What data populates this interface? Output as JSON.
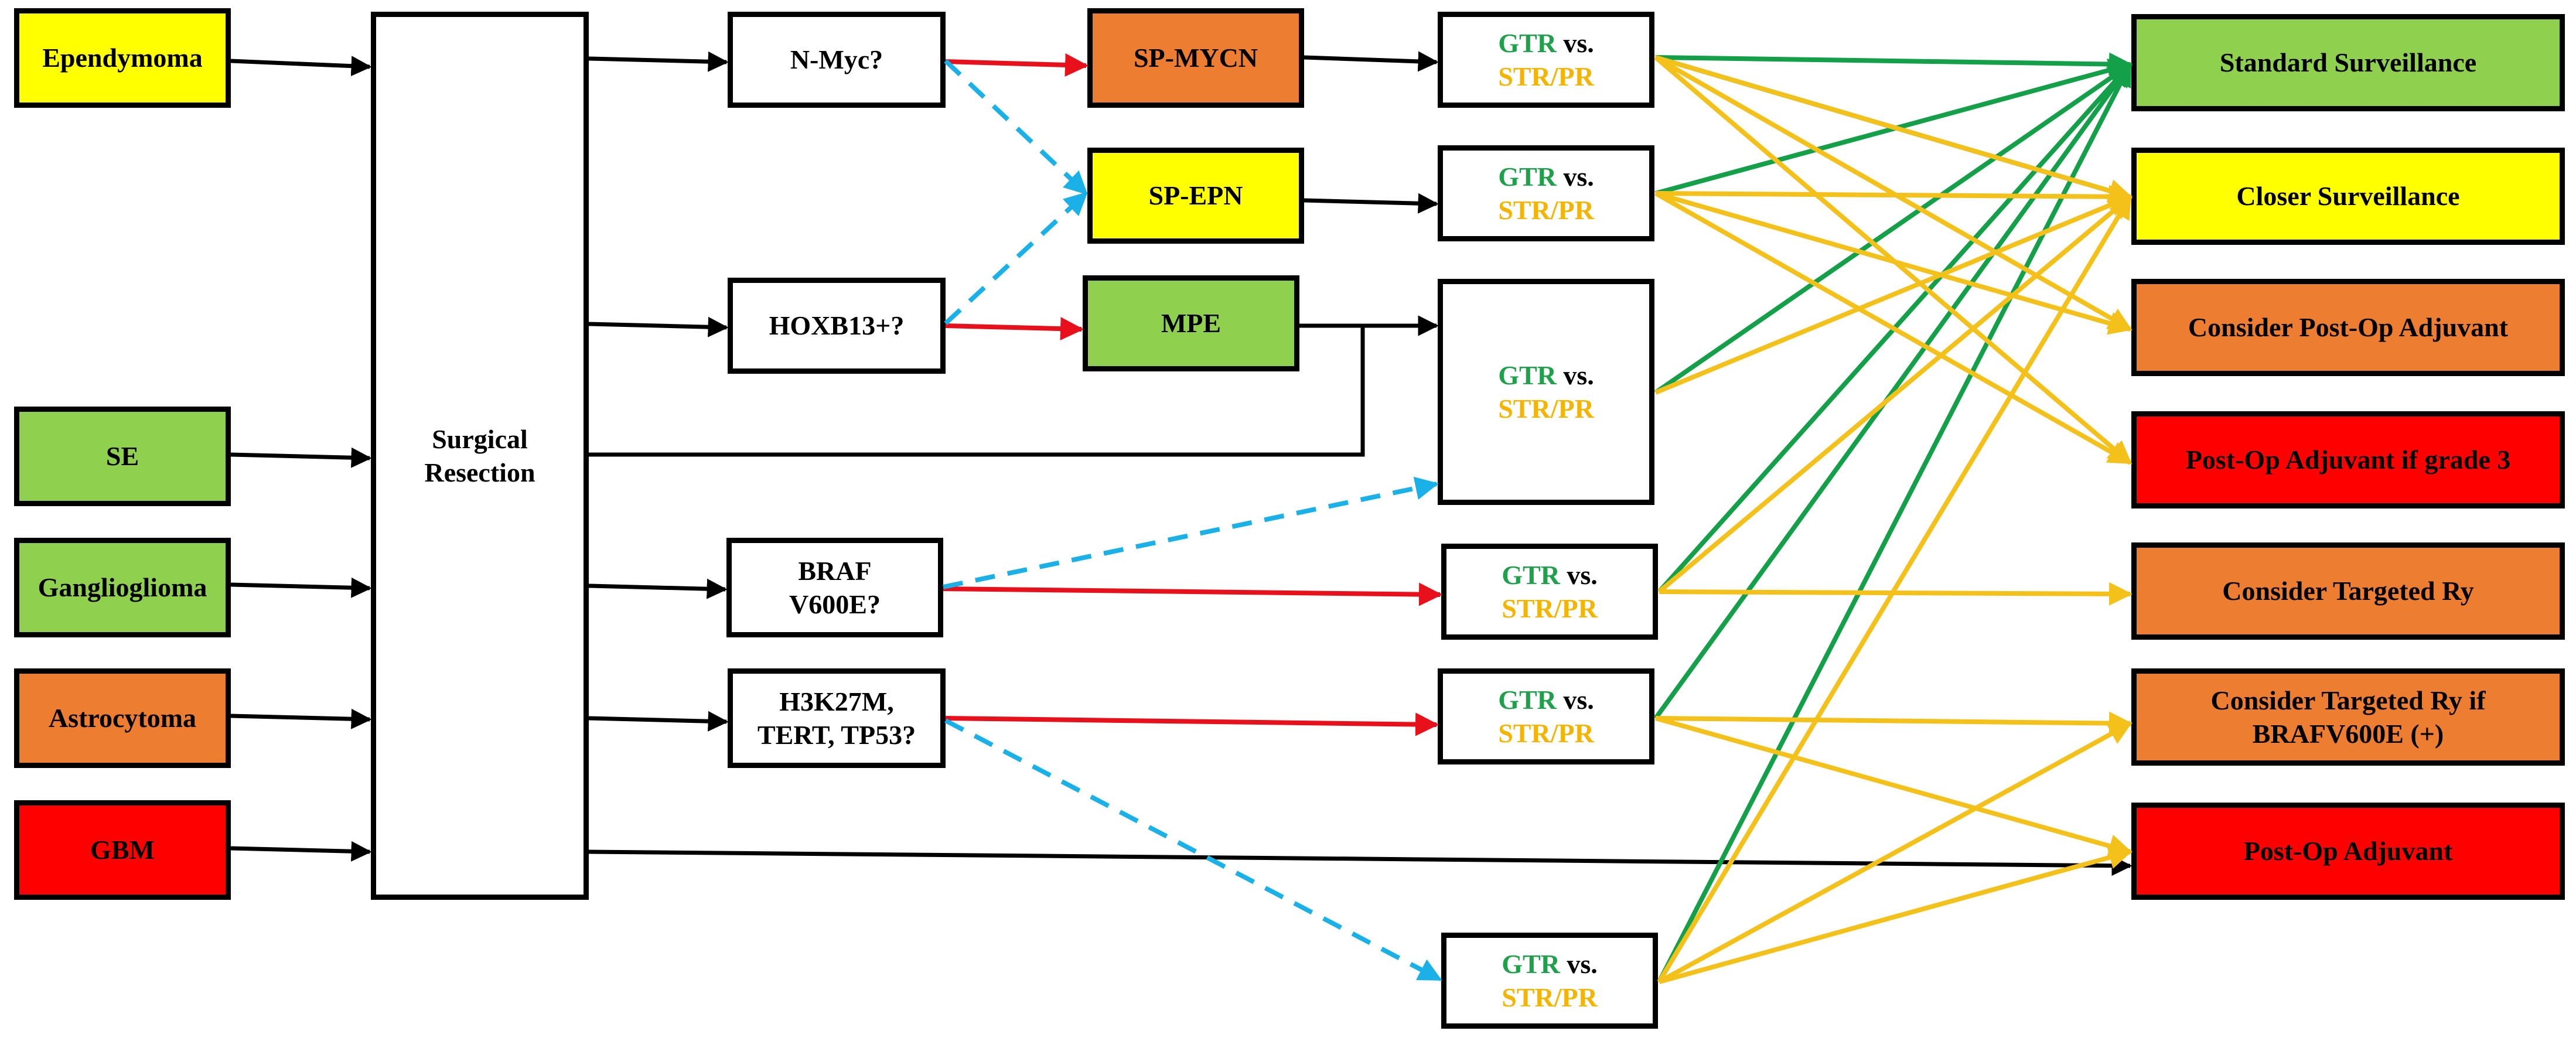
{
  "colors": {
    "yellow": "#ffff00",
    "green": "#8fd14f",
    "orange": "#ed7d31",
    "red": "#ff0000",
    "white": "#ffffff",
    "arrow_black": "#000000",
    "arrow_red": "#e8101a",
    "arrow_blue_dashed": "#1ab0e8",
    "arrow_green": "#13a049",
    "arrow_yellow": "#f4c01a",
    "gtr_text": "#1fa04a",
    "str_text": "#f4b400"
  },
  "tumors": {
    "ependymoma": "Ependymoma",
    "se": "SE",
    "ganglioglioma": "Ganglioglioma",
    "astrocytoma": "Astrocytoma",
    "gbm": "GBM"
  },
  "surgery": {
    "line1": "Surgical",
    "line2": "Resection"
  },
  "markers": {
    "nmyc": "N-Myc?",
    "hoxb13": "HOXB13+?",
    "braf_line1": "BRAF",
    "braf_line2": "V600E?",
    "h3_line1": "H3K27M,",
    "h3_line2": "TERT, TP53?"
  },
  "subtypes": {
    "spmycn": "SP-MYCN",
    "spepn": "SP-EPN",
    "mpe": "MPE"
  },
  "resection": {
    "gtr": "GTR",
    "vs": " vs.",
    "str": "STR/PR"
  },
  "outcomes": {
    "standard": "Standard Surveillance",
    "closer": "Closer Surveillance",
    "postop_consider": "Consider Post-Op Adjuvant",
    "postop_grade3": "Post-Op Adjuvant if grade 3",
    "targeted": "Consider Targeted Ry",
    "targeted_braf_line1": "Consider Targeted Ry if",
    "targeted_braf_line2": "BRAFV600E (+)",
    "postop": "Post-Op Adjuvant"
  }
}
